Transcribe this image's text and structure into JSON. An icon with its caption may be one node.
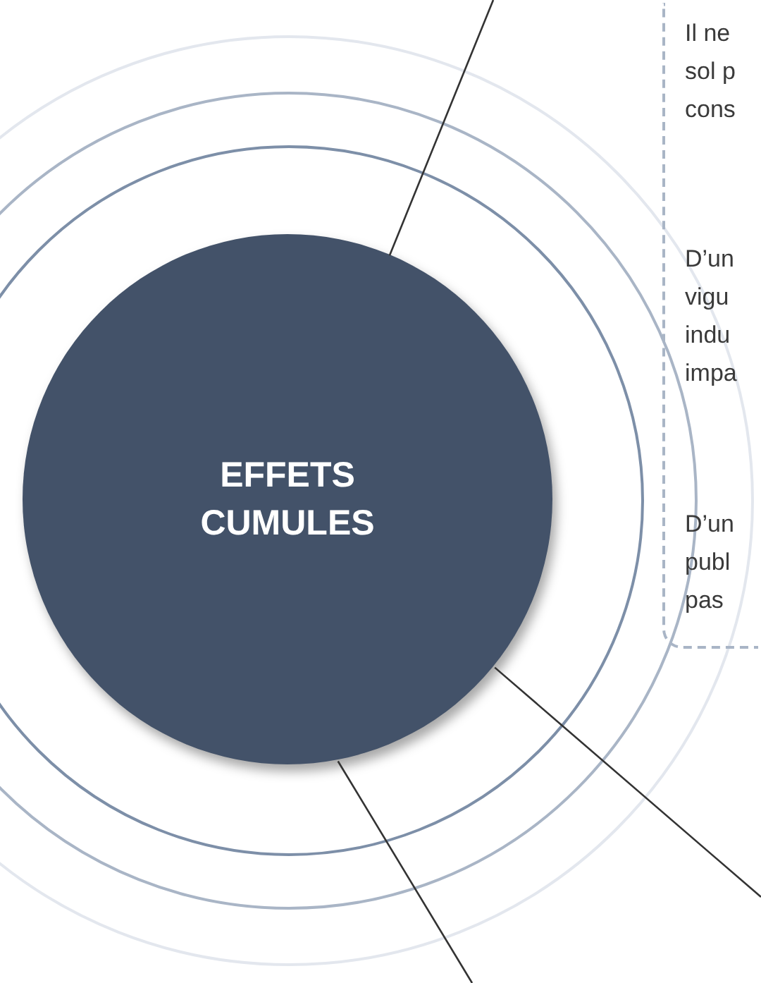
{
  "diagram": {
    "nodes": [
      {
        "text": [],
        "shape": "circle"
      },
      {
        "text": [],
        "shape": "circle",
        "in": 0
      },
      {
        "text": [],
        "shape": "circle",
        "in": 1
      },
      {
        "text": [
          "EFFETS CUMULES"
        ],
        "in": 2
      },
      {
        "text": [
          "Il ne sol p cons",
          "D’un vigu indu impa",
          "D’un publ pas"
        ]
      }
    ],
    "edges": [
      {
        "from": null,
        "to": 3,
        "arrow": "none"
      },
      {
        "from": null,
        "to": 3,
        "arrow": "none"
      },
      {
        "from": null,
        "to": 3,
        "arrow": "none"
      }
    ]
  }
}
